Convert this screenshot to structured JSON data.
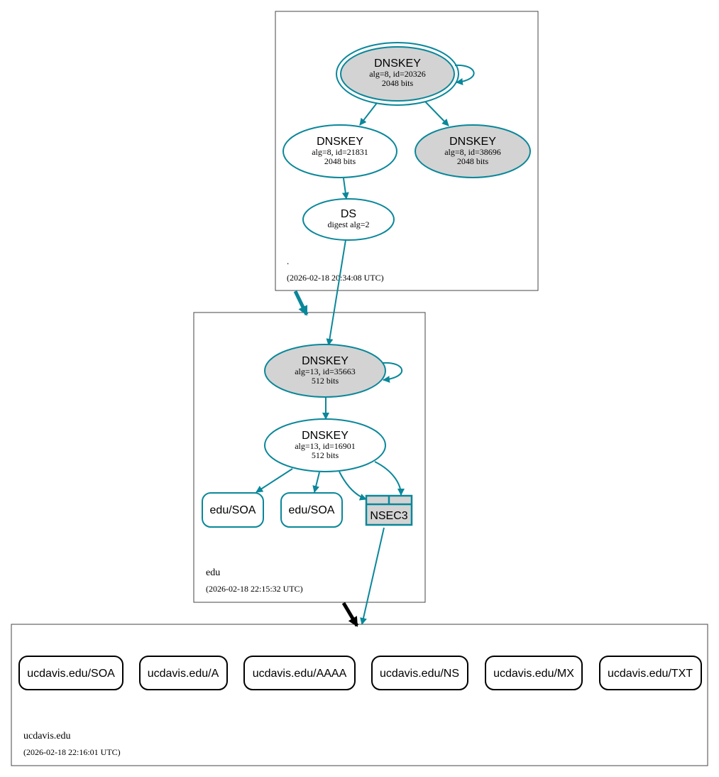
{
  "colors": {
    "edge": "#0a879a",
    "key_fill_sep": "#d3d3d3",
    "node_fill": "#ffffff",
    "cluster_border": "#444444",
    "delegation_secure": "#0a879a",
    "delegation_insecure": "#000000"
  },
  "zones": {
    "root": {
      "name": ".",
      "timestamp": "(2026-02-18 20:34:08 UTC)"
    },
    "edu": {
      "name": "edu",
      "timestamp": "(2026-02-18 22:15:32 UTC)"
    },
    "ucdavis": {
      "name": "ucdavis.edu",
      "timestamp": "(2026-02-18 22:16:01 UTC)"
    }
  },
  "nodes": {
    "root_ksk": {
      "title": "DNSKEY",
      "line1": "alg=8, id=20326",
      "line2": "2048 bits"
    },
    "root_zsk": {
      "title": "DNSKEY",
      "line1": "alg=8, id=21831",
      "line2": "2048 bits"
    },
    "root_zsk2": {
      "title": "DNSKEY",
      "line1": "alg=8, id=38696",
      "line2": "2048 bits"
    },
    "root_ds": {
      "title": "DS",
      "line1": "digest alg=2"
    },
    "edu_ksk": {
      "title": "DNSKEY",
      "line1": "alg=13, id=35663",
      "line2": "512 bits"
    },
    "edu_zsk": {
      "title": "DNSKEY",
      "line1": "alg=13, id=16901",
      "line2": "512 bits"
    },
    "edu_soa1": {
      "label": "edu/SOA"
    },
    "edu_soa2": {
      "label": "edu/SOA"
    },
    "edu_nsec3": {
      "label": "NSEC3"
    },
    "ucd_soa": {
      "label": "ucdavis.edu/SOA"
    },
    "ucd_a": {
      "label": "ucdavis.edu/A"
    },
    "ucd_aaaa": {
      "label": "ucdavis.edu/AAAA"
    },
    "ucd_ns": {
      "label": "ucdavis.edu/NS"
    },
    "ucd_mx": {
      "label": "ucdavis.edu/MX"
    },
    "ucd_txt": {
      "label": "ucdavis.edu/TXT"
    }
  }
}
